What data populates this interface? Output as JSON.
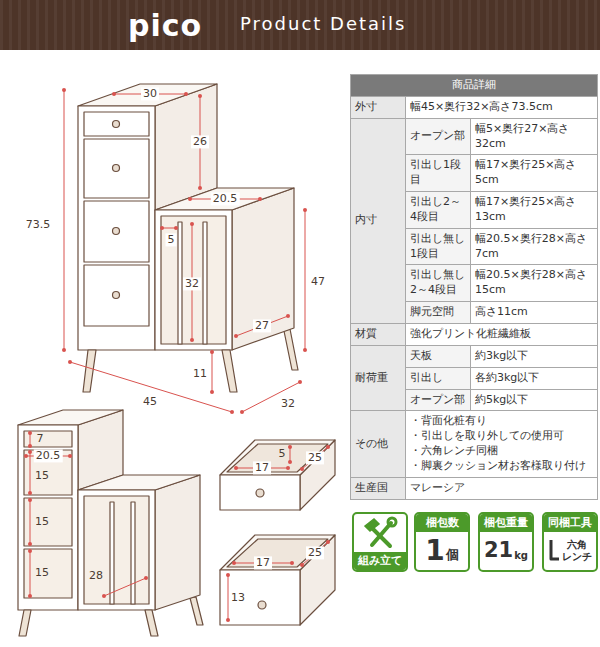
{
  "diagram": {
    "title": "Product Details",
    "nodes": [
      {
        "text": [
          "組み立て"
        ]
      },
      {
        "text": [
          "梱包数",
          "1",
          "個"
        ]
      },
      {
        "text": [
          "梱包重量",
          "21",
          "kg"
        ]
      },
      {
        "text": [
          "同梱工具",
          "六角 レンチ"
        ]
      }
    ],
    "labels": [
      "pico",
      "30",
      "26",
      "20.5",
      "5",
      "32",
      "27",
      "73.5",
      "47",
      "11",
      "45",
      "32",
      "7",
      "20.5",
      "15",
      "15",
      "15",
      "28",
      "5",
      "17",
      "25",
      "13",
      "17",
      "25",
      "商品詳細",
      "外寸",
      "幅45×奥行32×高さ73.5cm",
      "内寸",
      "オープン部",
      "幅5×奥行27×高さ32cm",
      "引出し1段目",
      "幅17×奥行25×高さ5cm",
      "引出し2～4段目",
      "幅17×奥行25×高さ13cm",
      "引出し無し1段目",
      "幅20.5×奥行28×高さ7cm",
      "引出し無し2～4段目",
      "幅20.5×奥行28×高さ15cm",
      "脚元空間",
      "高さ11cm",
      "材質",
      "強化プリント化粧繊維板",
      "耐荷重",
      "天板",
      "約3kg以下",
      "引出し",
      "各約3kg以下",
      "オープン部",
      "約5kg以下",
      "その他",
      "・背面化粧有り",
      "・引出しを取り外しての使用可",
      "・六角レンチ同梱",
      "・脚裏クッション材お客様取り付け",
      "生産国",
      "マレーシア"
    ]
  }
}
